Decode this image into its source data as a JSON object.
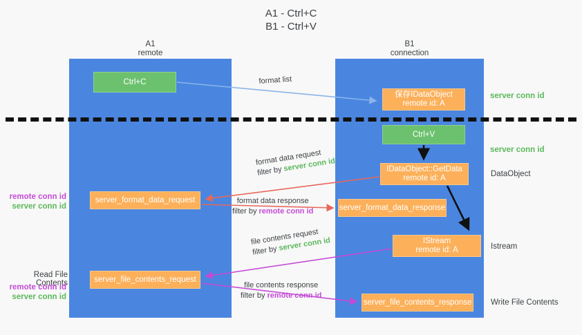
{
  "title": {
    "line1": "A1 - Ctrl+C",
    "line2": "B1 - Ctrl+V"
  },
  "lanes": [
    {
      "name": "A1",
      "subtitle": "remote"
    },
    {
      "name": "B1",
      "subtitle": "connection"
    }
  ],
  "nodes": {
    "ctrl_c": {
      "label": "Ctrl+C",
      "color": "#6cc16e"
    },
    "save_dataobject": {
      "label": "保存IDataObject",
      "sub": "remote id: A",
      "color": "#fcb05a"
    },
    "ctrl_v": {
      "label": "Ctrl+V",
      "color": "#6cc16e"
    },
    "getdata": {
      "label": "IDataObject::GetData",
      "sub": "remote id: A",
      "color": "#fcb05a"
    },
    "istream": {
      "label": "IStream",
      "sub": "remote id: A",
      "color": "#fcb05a"
    },
    "server_format_data_request": {
      "label": "server_format_data_request",
      "color": "#fcb05a"
    },
    "server_format_data_response": {
      "label": "server_format_data_response",
      "color": "#fcb05a"
    },
    "server_file_contents_request": {
      "label": "server_file_contents_request",
      "color": "#fcb05a"
    },
    "server_file_contents_response": {
      "label": "server_file_contents_response",
      "color": "#fcb05a"
    }
  },
  "edges": {
    "format_list": {
      "line1": "format list"
    },
    "format_data_request": {
      "line1": "format data request",
      "filter_prefix": "filter by ",
      "filter_key": "server conn id"
    },
    "format_data_response": {
      "line1": "format data response",
      "filter_prefix": "filter by ",
      "filter_key": "remote conn id"
    },
    "file_contents_request": {
      "line1": "file contents request",
      "filter_prefix": "filter by ",
      "filter_key": "server conn id"
    },
    "file_contents_response": {
      "line1": "file contents response",
      "filter_prefix": "filter by ",
      "filter_key": "remote conn id"
    }
  },
  "annotations": {
    "server_conn_id_top": "server conn id",
    "server_conn_id_mid": "server conn id",
    "dataobject": "DataObject",
    "istream": "Istream",
    "write_file_contents": "Write File Contents",
    "read_file_contents": "Read File Contents",
    "left_remote_conn_id_1": "remote conn id",
    "left_server_conn_id_1": "server conn id",
    "left_remote_conn_id_2": "remote conn id",
    "left_server_conn_id_2": "server conn id"
  },
  "colors": {
    "lane": "#4a86e0",
    "green_key": "#5cb85c",
    "magenta_key": "#c44bd6",
    "orange_node": "#fcb05a",
    "green_node": "#6cc16e",
    "arrow_blue": "#8ab4e8",
    "arrow_red": "#e8675a",
    "arrow_magenta": "#c44bd6",
    "arrow_black": "#111111",
    "background": "#f8f8f8"
  }
}
